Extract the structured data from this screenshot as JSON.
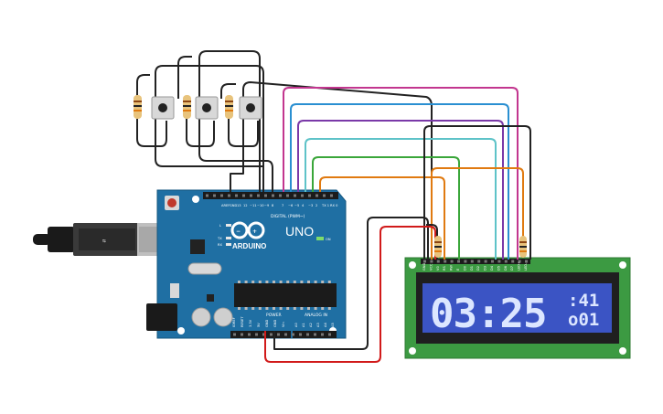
{
  "board": {
    "brand": "ARDUINO",
    "model": "UNO",
    "digital_label": "DIGITAL (PWM~)",
    "power_label": "POWER",
    "analog_label": "ANALOG IN",
    "on_label": "ON",
    "led_l": "L",
    "led_tx": "TX",
    "led_rx": "RX",
    "aref": "AREF",
    "gnd": "GND",
    "top_pins": [
      "13",
      "12",
      "~11",
      "~10",
      "~9",
      "8",
      "7",
      "~6",
      "~5",
      "4",
      "~3",
      "2",
      "TX 1",
      "RX 0"
    ],
    "power_pins": [
      "IOREF",
      "RESET",
      "3.3V",
      "5V",
      "GND",
      "GND",
      "Vin"
    ],
    "analog_pins": [
      "A0",
      "A1",
      "A2",
      "A3",
      "A4",
      "A5"
    ]
  },
  "lcd": {
    "big_text": "03:25",
    "small_top": ":41",
    "small_bottom": "o01",
    "pins": [
      "GND",
      "VCC",
      "V0",
      "RS",
      "RW",
      "E",
      "D0",
      "D1",
      "D2",
      "D3",
      "D4",
      "D5",
      "D6",
      "D7",
      "LED+",
      "LED-"
    ]
  },
  "colors": {
    "board_blue": "#1f6fa3",
    "pcb_green": "#3c9a42",
    "lcd_blue": "#3b54c4",
    "wire_black": "#222222",
    "wire_red": "#d11a1a",
    "wire_magenta": "#c2368f",
    "wire_blue": "#2a8fd1",
    "wire_purple": "#7a39a8",
    "wire_cyan": "#5ec3c8",
    "wire_green": "#3aa63a",
    "wire_orange": "#e07a10"
  }
}
